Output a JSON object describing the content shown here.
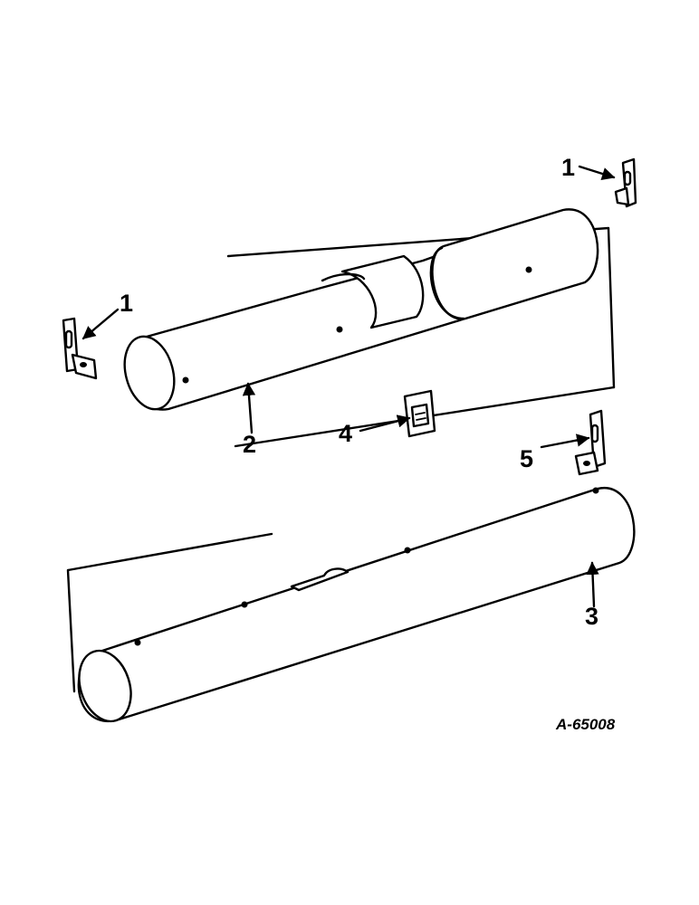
{
  "figure_number": "A-65008",
  "callouts": {
    "c1_top_right": "1",
    "c1_left": "1",
    "c2": "2",
    "c3": "3",
    "c4": "4",
    "c5": "5"
  },
  "colors": {
    "line": "#000000",
    "background": "#ffffff"
  }
}
